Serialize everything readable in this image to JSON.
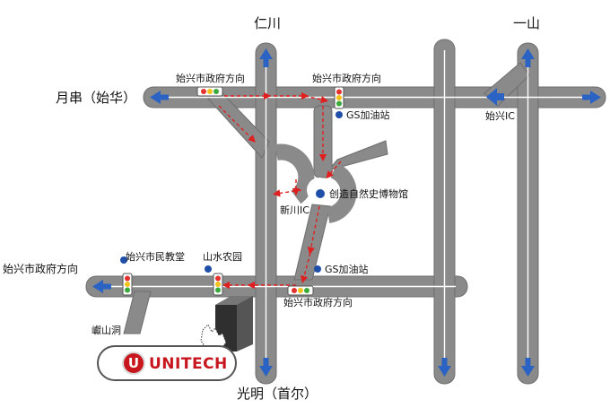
{
  "colors": {
    "road": "#8a8a8a",
    "road_edge": "#6e6e6e",
    "lane_mark": "#ffffff",
    "arrow": "#2a63c4",
    "route": "#e02020",
    "poi_dot": "#1f4fa8",
    "signal_red": "#e53030",
    "signal_yellow": "#f2c21b",
    "signal_green": "#3aa83a",
    "building": "#3a3a3a",
    "brand": "#c8161e"
  },
  "labels": {
    "renchuan": "仁川",
    "ilsan": "一山",
    "woljot": "月串（始华）",
    "gwangmyeong": "光明（首尔）",
    "siheung_west": "始兴市政府方向",
    "sinchuan_ic": "新川IC",
    "siheung_ic": "始兴IC",
    "to_siheung_top_left": "始兴市政府方向",
    "to_siheung_top_right": "始兴市政府方向",
    "to_siheung_bottom": "始兴市政府方向",
    "gs_station_top": "GS加油站",
    "gs_station_bottom": "GS加油站",
    "museum": "创造自然史博物馆",
    "civic_hall": "始兴市民教堂",
    "farm": "山水农园",
    "cave": "巘山洞"
  },
  "brand": {
    "mark": "U",
    "name": "UNITECH"
  },
  "icons": [
    "direction-arrow-icon",
    "traffic-light-icon",
    "poi-dot-icon",
    "pointing-hand-icon",
    "building-icon"
  ]
}
